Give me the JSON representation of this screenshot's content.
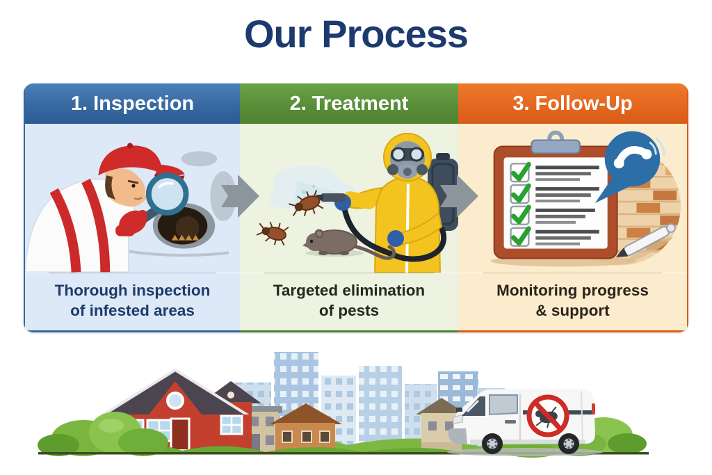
{
  "title": "Our Process",
  "title_color": "#1c3a6e",
  "steps": [
    {
      "label": "1. Inspection",
      "caption_lines": [
        "Thorough inspection",
        "of infested areas"
      ],
      "header_color": "#36679f",
      "body_color": "#dde9f6",
      "caption_color": "#1d3a6b",
      "illustration_icon": "inspector-magnifying-glass-icon"
    },
    {
      "label": "2. Treatment",
      "caption_lines": [
        "Targeted elimination",
        "of pests"
      ],
      "header_color": "#578c37",
      "body_color": "#edf2e1",
      "caption_color": "#212a1c",
      "illustration_icon": "hazmat-sprayer-technician-icon"
    },
    {
      "label": "3. Follow-Up",
      "caption_lines": [
        "Monitoring progress",
        "& support"
      ],
      "header_color": "#e2661f",
      "body_color": "#fbeccd",
      "caption_color": "#2b241a",
      "illustration_icon": "checklist-phone-call-icon"
    }
  ],
  "arrow_icon": "right-arrow-icon",
  "arrow_color": "#8d959c",
  "footer_icons": [
    "red-house-icon",
    "city-skyline-icon",
    "suburban-houses-icon",
    "green-bushes-icon",
    "pest-control-van-icon",
    "no-pests-crossed-circle-icon"
  ]
}
